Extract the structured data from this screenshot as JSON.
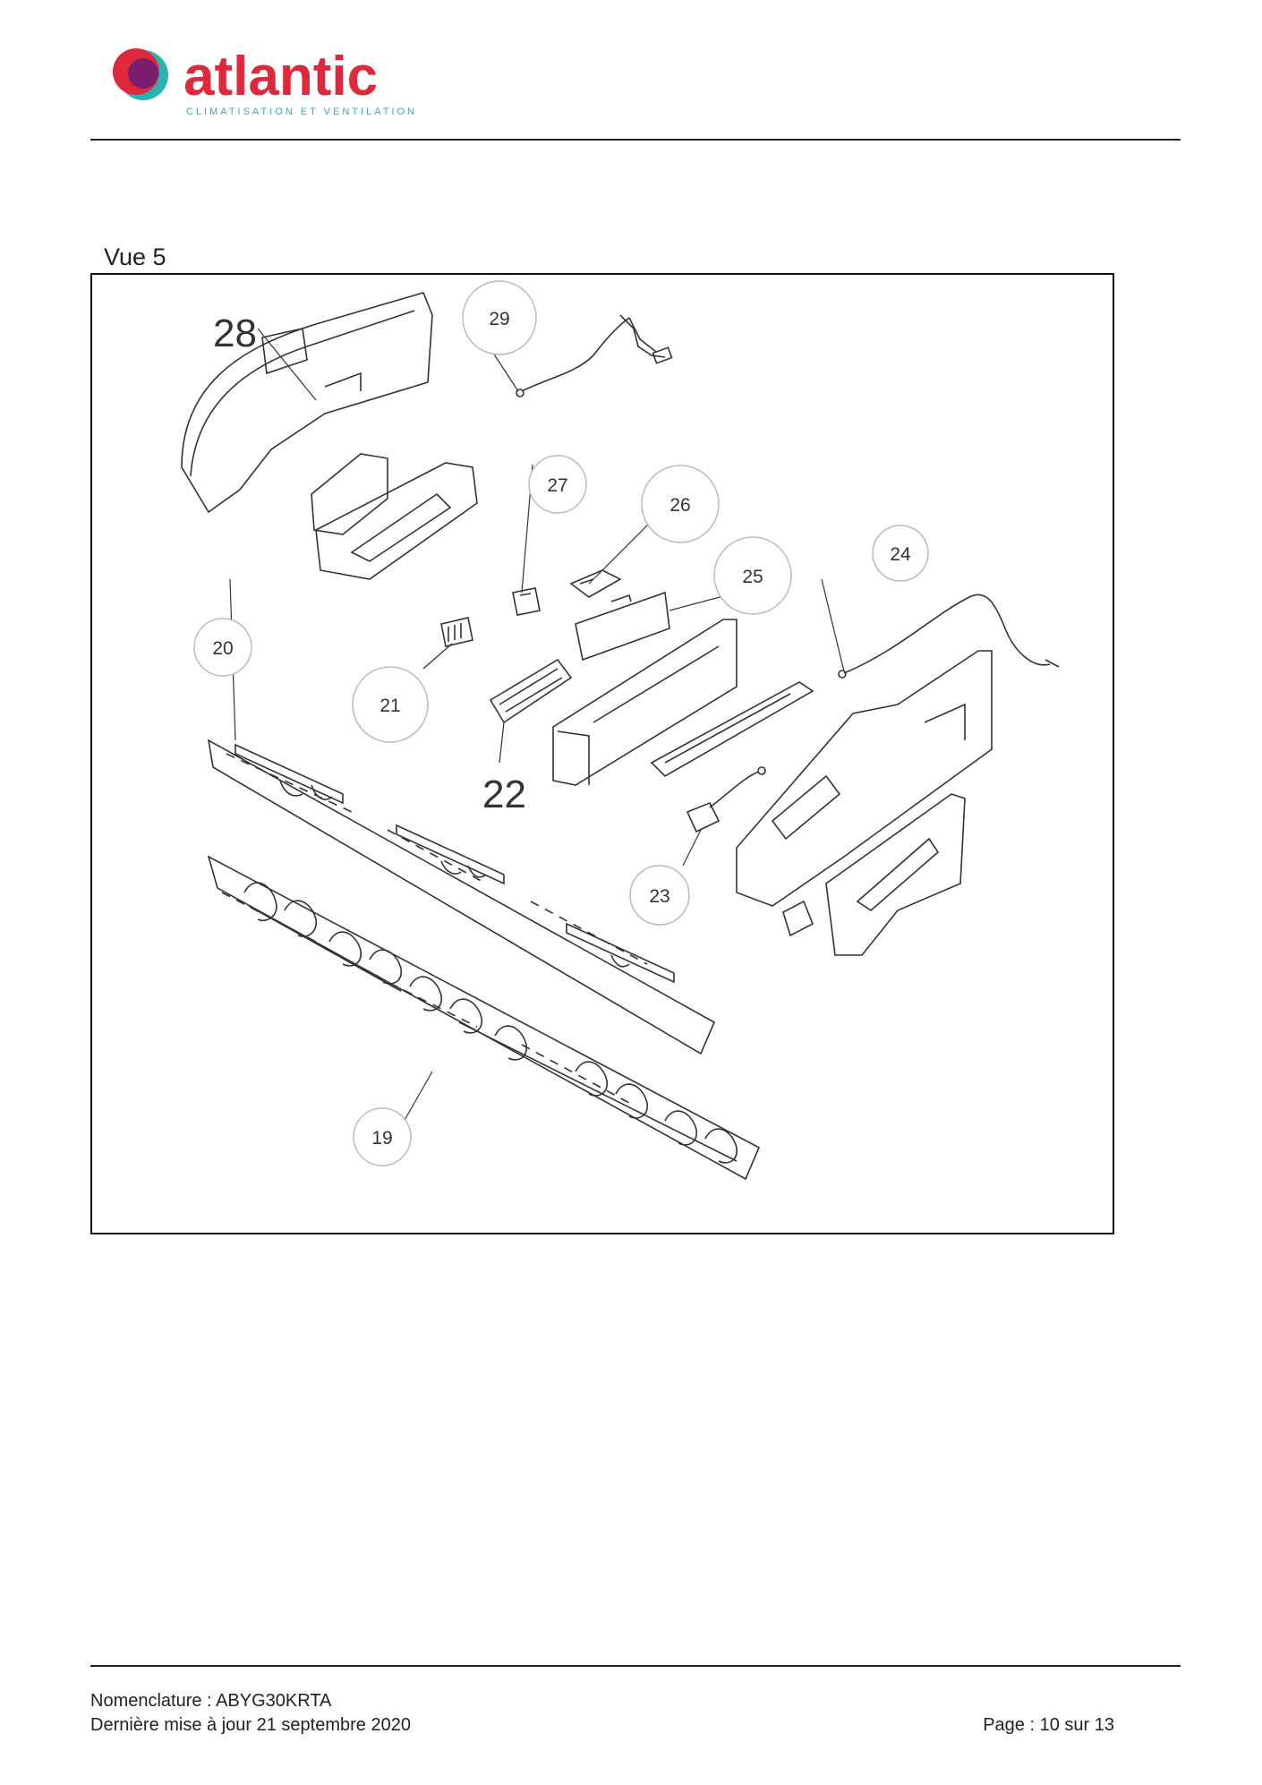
{
  "header": {
    "logo_name": "atlantic",
    "logo_tagline": "CLIMATISATION ET VENTILATION",
    "colors": {
      "brand_red": "#e0283c",
      "brand_teal": "#2bb3b1",
      "brand_purple": "#7a1e6f",
      "tagline_teal": "#3aa8b8"
    }
  },
  "view": {
    "title": "Vue 5",
    "callouts": [
      {
        "label": "29"
      },
      {
        "label": "27"
      },
      {
        "label": "26"
      },
      {
        "label": "25"
      },
      {
        "label": "24"
      },
      {
        "label": "20"
      },
      {
        "label": "21"
      },
      {
        "label": "23"
      },
      {
        "label": "19"
      }
    ],
    "big_labels": [
      {
        "label": "28"
      },
      {
        "label": "22"
      }
    ]
  },
  "footer": {
    "line1": "Nomenclature : ABYG30KRTA",
    "line2": "Dernière mise à jour 21 septembre 2020",
    "page": "Page : 10 sur 13"
  }
}
